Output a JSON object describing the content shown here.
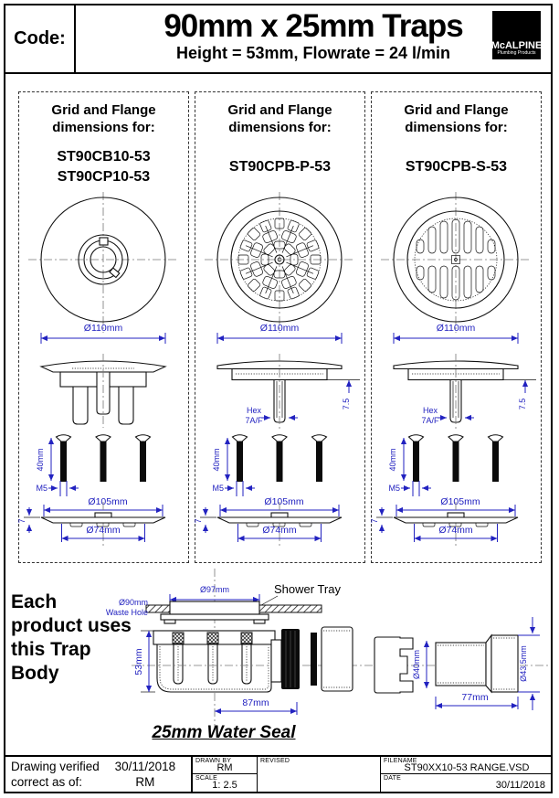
{
  "header": {
    "code_label": "Code:",
    "title": "90mm x 25mm Traps",
    "subtitle": "Height = 53mm, Flowrate = 24 l/min",
    "logo_line1": "McALPINE",
    "logo_line2": "Plumbing Products"
  },
  "panels": [
    {
      "heading_line1": "Grid and Flange",
      "heading_line2": "dimensions for:",
      "models": [
        "ST90CB10-53",
        "ST90CP10-53"
      ]
    },
    {
      "heading_line1": "Grid and Flange",
      "heading_line2": "dimensions for:",
      "models": [
        "ST90CPB-P-53"
      ]
    },
    {
      "heading_line1": "Grid and Flange",
      "heading_line2": "dimensions for:",
      "models": [
        "ST90CPB-S-53"
      ]
    }
  ],
  "dims": {
    "grid_od": "Ø110mm",
    "screw_len": "40mm",
    "thread": "M5",
    "flange_od": "Ø105mm",
    "flange_edge": "7",
    "flange_id": "Ø74mm",
    "stem_depth": "7.5",
    "hex_line1": "Hex",
    "hex_line2": "7A/F"
  },
  "trap": {
    "intro_lines": [
      "Each",
      "product uses",
      "this Trap",
      "Body"
    ],
    "top_od": "Ø97mm",
    "waste_hole_line1": "Ø90mm",
    "waste_hole_line2": "Waste Hole",
    "shower_tray": "Shower Tray",
    "height": "53mm",
    "body_length": "87mm",
    "outlet_id": "Ø40mm",
    "outlet_od": "Ø43.5mm",
    "outlet_length": "77mm",
    "water_seal": "25mm Water Seal"
  },
  "footer": {
    "verified_label_line1": "Drawing verified",
    "verified_label_line2": "correct as of:",
    "verified_date": "30/11/2018",
    "verified_by": "RM",
    "drawn_by_label": "DRAWN BY",
    "drawn_by": "RM",
    "scale_label": "SCALE",
    "scale": "1: 2.5",
    "revised_label": "REVISED",
    "filename_label": "FILENAME",
    "filename": "ST90XX10-53 RANGE.VSD",
    "date_label": "DATE",
    "date": "30/11/2018"
  },
  "colors": {
    "dimension_blue": "#2222c0",
    "line_black": "#111111",
    "logo_background": "#000000"
  }
}
